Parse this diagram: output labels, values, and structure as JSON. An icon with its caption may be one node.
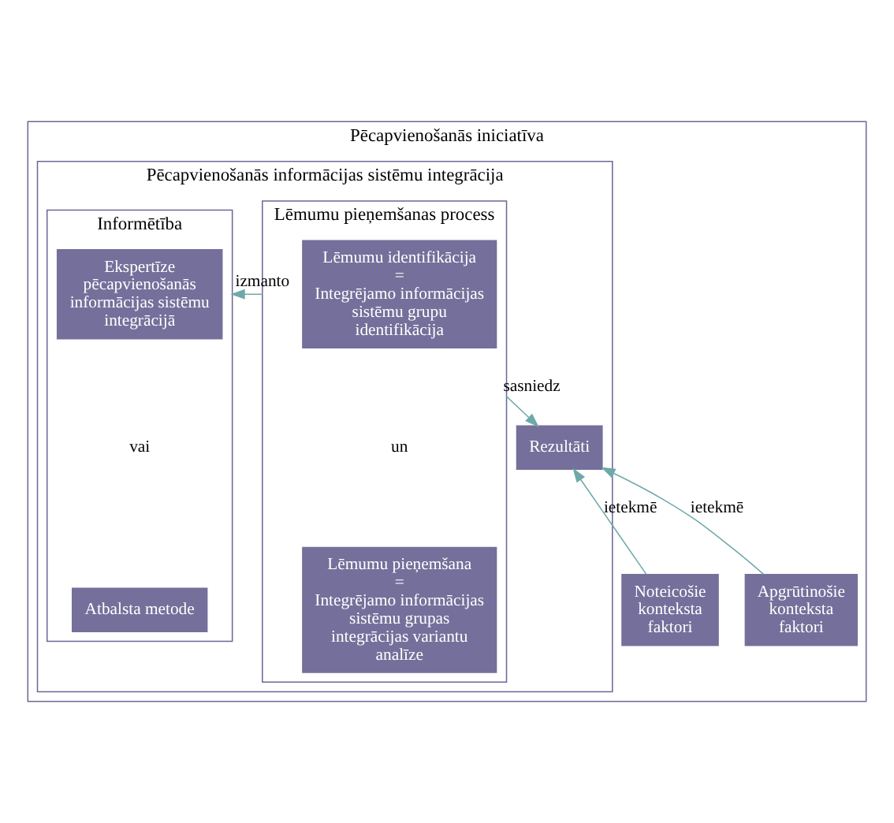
{
  "diagram": {
    "nodes": [
      {
        "text": [
          "Pēcapvienošanās iniciatīva"
        ]
      },
      {
        "text": [
          "Pēcapvienošanās informācijas sistēmu integrācija"
        ],
        "in": 0
      },
      {
        "text": [
          "Lēmumu pieņemšanas process"
        ],
        "in": 1
      },
      {
        "text": [
          "Lēmumu identifikācija",
          "=",
          "Integrējamo informācijas sistēmu grupu identifikācija"
        ],
        "in": 2
      },
      {
        "text": [
          "Lēmumu pieņemšana",
          "=",
          "Integrējamo informācijas sistēmu grupas integrācijas variantu analīze"
        ],
        "in": 2
      },
      {
        "text": [
          "Informētība"
        ],
        "in": 1
      },
      {
        "text": [
          "Ekspertīze pēcapvienošanās informācijas sistēmu integrācijā"
        ],
        "in": 5
      },
      {
        "text": [
          "Atbalsta metode"
        ],
        "in": 5
      },
      {
        "text": [
          "Rezultāti"
        ],
        "in": 1
      },
      {
        "text": [
          "Noteicošie konteksta faktori"
        ],
        "in": 0
      },
      {
        "text": [
          "Apgrūtinošie konteksta faktori"
        ],
        "in": 0
      }
    ],
    "edges": [
      {
        "from": 2,
        "to": 5,
        "label": "izmanto",
        "arrow": "to"
      },
      {
        "from": 2,
        "to": 8,
        "label": "sasniedz",
        "arrow": "to"
      },
      {
        "from": 9,
        "to": 8,
        "label": "ietekmē",
        "arrow": "to"
      },
      {
        "from": 10,
        "to": 8,
        "label": "ietekmē",
        "arrow": "to"
      }
    ],
    "labels": [
      "un",
      "vai"
    ]
  }
}
